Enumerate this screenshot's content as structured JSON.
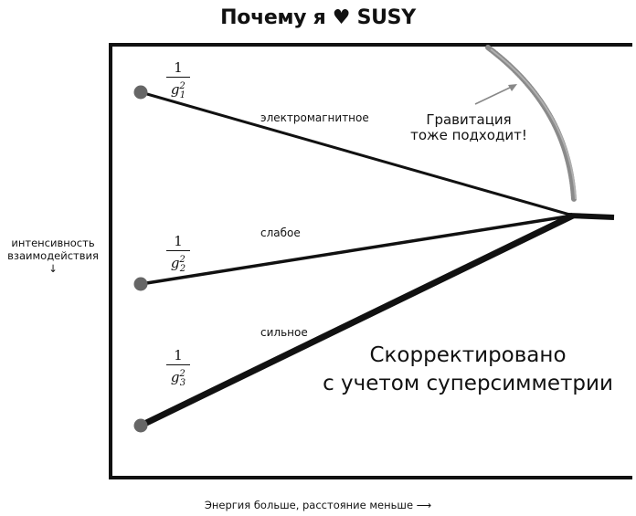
{
  "title": {
    "prefix": "Почему я",
    "heart": "♥",
    "suffix": "SUSY"
  },
  "axes": {
    "y_label_line1": "интенсивность",
    "y_label_line2": "взаимодействия",
    "y_arrow": "↓",
    "x_label": "Энергия больше, расстояние меньше  ⟶"
  },
  "couplings": [
    {
      "name": "электромагнитное",
      "numerator": "1",
      "symbol": "g",
      "index": "1",
      "power": "2"
    },
    {
      "name": "слабое",
      "numerator": "1",
      "symbol": "g",
      "index": "2",
      "power": "2"
    },
    {
      "name": "сильное",
      "numerator": "1",
      "symbol": "g",
      "index": "3",
      "power": "2"
    }
  ],
  "gravity_note": {
    "line1": "Гравитация",
    "line2": "тоже подходит!"
  },
  "susy_note": {
    "line1": "Скорректировано",
    "line2": "с учетом суперсимметрии"
  },
  "colors": {
    "line": "#111111",
    "dot": "#666666",
    "gravity_arc": "#8a8a8a",
    "arrow": "#888888"
  }
}
